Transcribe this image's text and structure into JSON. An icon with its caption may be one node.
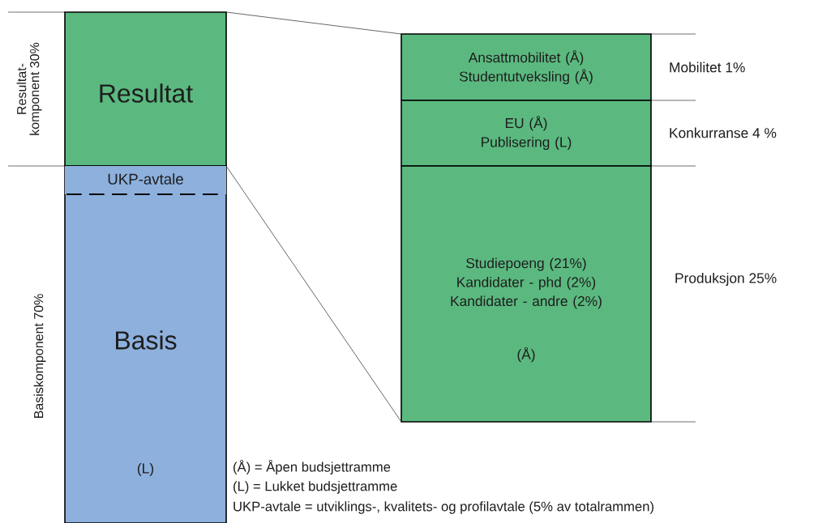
{
  "diagram": {
    "nodes": [
      {
        "text": [
          "Resultat"
        ]
      },
      {
        "text": [
          "Basis",
          "(L)"
        ]
      },
      {
        "text": [
          "UKP-avtale"
        ],
        "in": 1
      },
      {
        "text": [
          "Ansattmobilitet (Å) Studentutveksling (Å)"
        ],
        "beside": [
          "Mobilitet 1%"
        ]
      },
      {
        "text": [
          "EU (Å) Publisering (L)"
        ],
        "beside": [
          "Konkurranse 4 %"
        ]
      },
      {
        "text": [
          "Studiepoeng (21%) Kandidater - phd (2%) Kandidater - andre (2%)",
          "(Å)"
        ],
        "beside": [
          "Produksjon 25%"
        ]
      }
    ],
    "edges": [
      {
        "from": 0,
        "to": 3,
        "arrow": "none"
      },
      {
        "from": 0,
        "to": 5,
        "arrow": "none"
      }
    ],
    "labels": [
      "Resultat- komponent 30%",
      "Basiskomponent 70%",
      "(Å) = Åpen budsjettramme",
      "(L) = Lukket budsjettramme",
      "UKP-avtale = utviklings-, kvalitets- og profilavtale (5% av totalrammen)"
    ]
  }
}
